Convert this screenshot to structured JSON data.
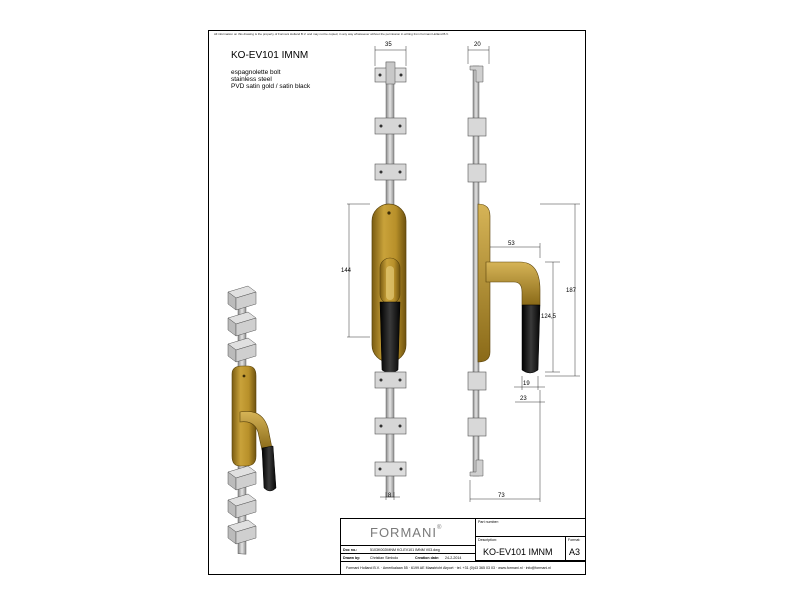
{
  "legal_notice": "All information on this drawing is the property of Formani Holland B.V. and may not be copied, in any way whatsoever without the permission in writing from Formani Holland B.V.",
  "product_title": "KO-EV101 IMNM",
  "description_lines": [
    "espagnolette bolt",
    "stainless steel",
    "PVD satin gold / satin black"
  ],
  "dimensions": {
    "front_width": "35",
    "front_rod": "8",
    "front_height": "144",
    "side_width": "20",
    "handle_depth": "53",
    "handle_height": "124,5",
    "overall_height": "187",
    "grip_bottom": "19",
    "grip_offset": "23",
    "overall_depth": "73"
  },
  "title_block": {
    "brand": "FORMANI",
    "brand_mark": "®",
    "part_number_label": "Part number:",
    "part_number_value": "",
    "description_label": "Description:",
    "description_value": "KO-EV101 IMNM",
    "format_label": "Format:",
    "format_value": "A3",
    "doc_label": "Doc no.:",
    "doc_value": "5103K002IMNM KO-EV101 IMNM V03.dwg",
    "drawn_label": "Drawn by:",
    "drawn_value": "Christian Simbolo",
    "creation_label": "Creation date:",
    "creation_value": "24-2-2014",
    "address": "Formani Holland B.V. · Amerikalaan 55 · 6199 AE Maastricht Airport · tel. +31 (0)43 365 03 03 · www.formani.nl · info@formani.nl"
  },
  "colors": {
    "gold": "#b8902a",
    "gold_dark": "#7a5c12",
    "gold_light": "#dcc070",
    "black_grip": "#151515",
    "steel": "#bcbcbc",
    "steel_dark": "#8a8a8a"
  }
}
